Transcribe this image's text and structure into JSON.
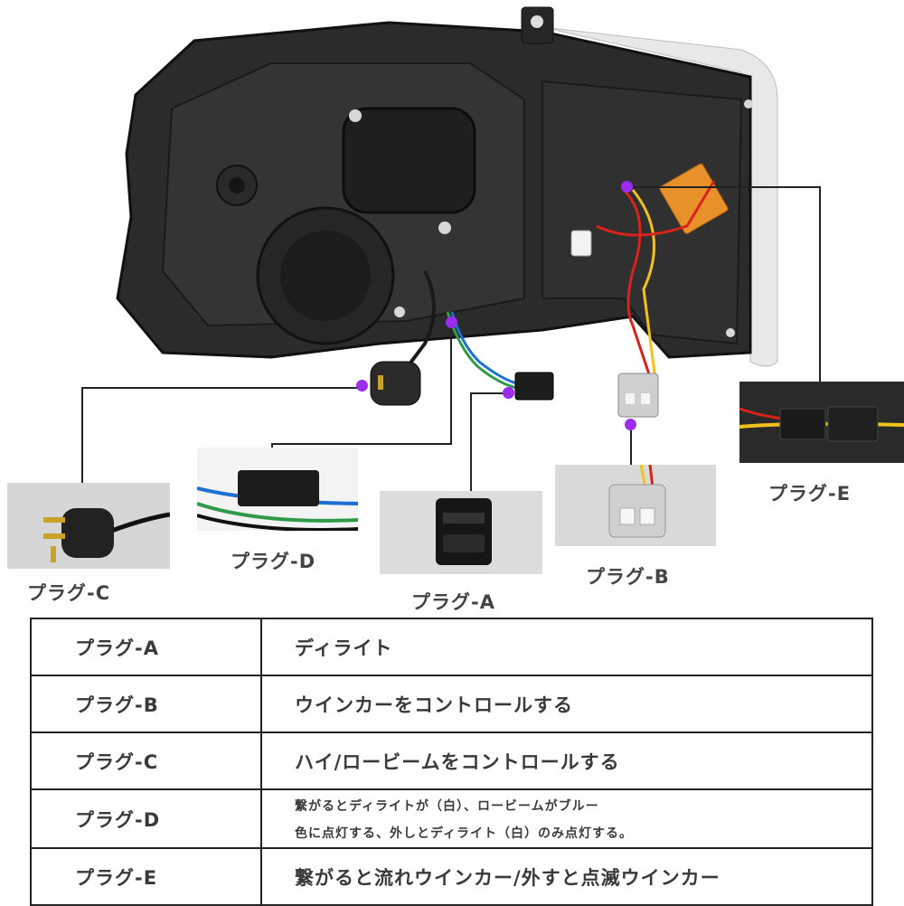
{
  "callouts": {
    "plug_c": "プラグ-C",
    "plug_d": "プラグ-D",
    "plug_a": "プラグ-A",
    "plug_b": "プラグ-B",
    "plug_e": "プラグ-E"
  },
  "table": {
    "rows": [
      {
        "plug": "プラグ-A",
        "desc": "ディライト"
      },
      {
        "plug": "プラグ-B",
        "desc": "ウインカーをコントロールする"
      },
      {
        "plug": "プラグ-C",
        "desc": "ハイ/ロービームをコントロールする"
      },
      {
        "plug": "プラグ-D",
        "desc_line1": "繋がるとディライトが（白）、ロービームがブルー",
        "desc_line2": "色に点灯する、外しとディライト（白）のみ点灯する。"
      },
      {
        "plug": "プラグ-E",
        "desc": "繋がると流れウインカー/外すと点滅ウインカー"
      }
    ]
  },
  "colors": {
    "marker": "#9b2cf0",
    "amber_resistor": "#e8902a",
    "wire_red": "#d8231c",
    "wire_yellow": "#f2c21b",
    "wire_blue": "#1d6fd1",
    "wire_green": "#2e9a4a"
  }
}
